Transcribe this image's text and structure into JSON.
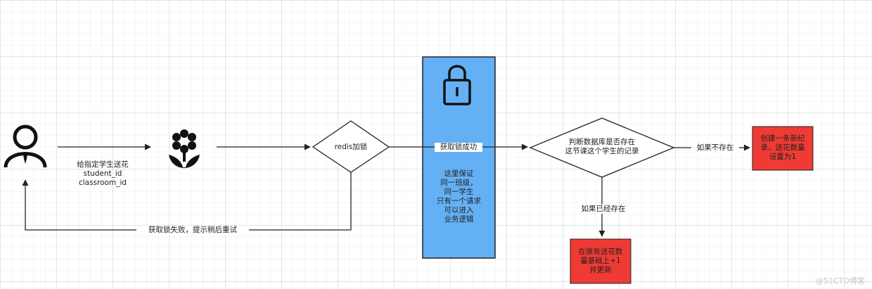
{
  "colors": {
    "lock_panel": "#64b0f5",
    "result_box": "#ef3b34",
    "stroke": "#222222"
  },
  "icons": {
    "user": "person-icon",
    "flower": "flower-icon",
    "lock": "lock-icon"
  },
  "labels": {
    "send_flower": "给指定学生送花\nstudent_id\nclassroom_id",
    "redis_lock": "redis加锁",
    "lock_success": "获取锁成功",
    "lock_fail": "获取锁失败，提示稍后重试",
    "lock_desc": "这里保证\n同一班级，\n同一学生\n只有一个请求\n可以进入\n业务逻辑",
    "check_db": "判断数据库是否存在\n这节课这个学生的记录",
    "not_exists": "如果不存在",
    "exists": "如果已经存在",
    "create_record": "创建一条新纪\n录，送花数量\n设置为1",
    "update_record": "在原有送花数\n量基础上+1\n并更新"
  },
  "watermark": "@51CTO博客"
}
